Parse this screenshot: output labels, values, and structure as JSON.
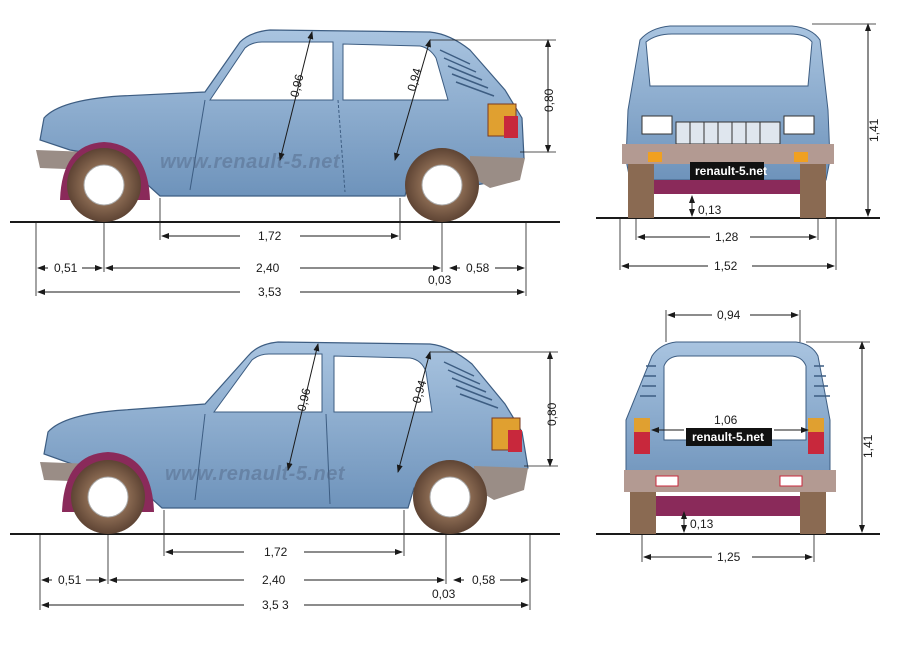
{
  "colors": {
    "body": "#8fb1d3",
    "body_dark": "#5f85ad",
    "glass": "#ffffff",
    "tire": "#7a5a45",
    "wheel_arch": "#8a2a5a",
    "bumper": "#9a8d86",
    "badge_bg": "#111111",
    "dimension_line": "#1a1a1a"
  },
  "watermark": "www.renault-5.net",
  "badge_text": "renault-5.net",
  "top_side": {
    "roof_diag_front": "0,96",
    "roof_diag_rear": "0,94",
    "height_upper": "0,80",
    "wheel_base_inner": "1,72",
    "front_overhang": "0,51",
    "wheelbase": "2,40",
    "rear_overhang": "0,58",
    "axle_offset": "0,03",
    "overall_length": "3,53"
  },
  "bottom_side": {
    "roof_diag_front": "0,96",
    "roof_diag_rear": "0,94",
    "height_upper": "0,80",
    "wheel_base_inner": "1,72",
    "front_overhang": "0,51",
    "wheelbase": "2,40",
    "rear_overhang": "0,58",
    "axle_offset": "0,03",
    "overall_length": "3,5 3"
  },
  "front_view": {
    "height": "1,41",
    "ground_clearance": "0,13",
    "track": "1,28",
    "width": "1,52"
  },
  "rear_view": {
    "roof_width": "0,94",
    "inner_width": "1,06",
    "height": "1,41",
    "ground_clearance": "0,13",
    "track": "1,25"
  }
}
